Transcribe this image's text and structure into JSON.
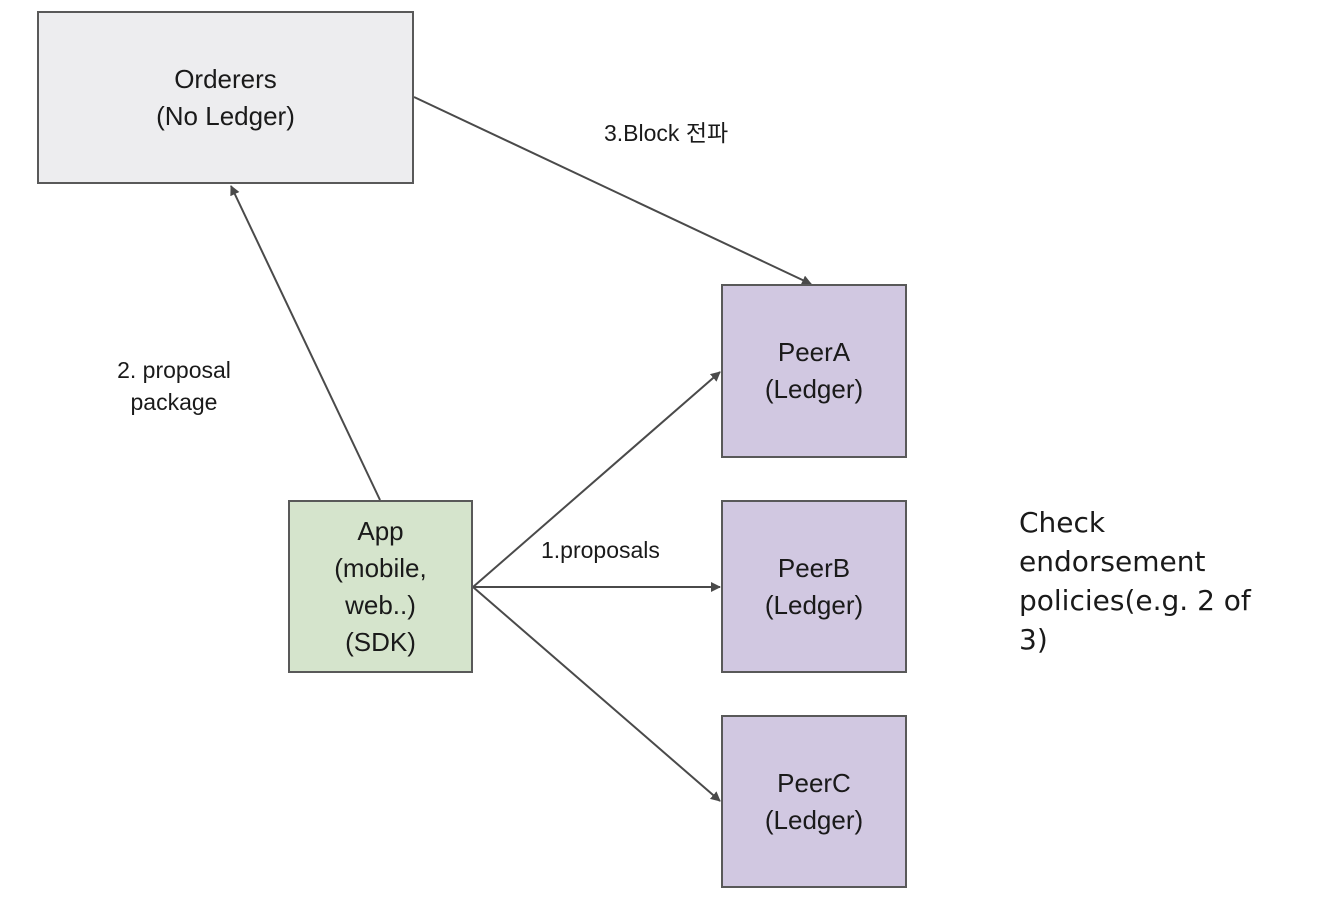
{
  "nodes": {
    "orderers": [
      "Orderers",
      "(No Ledger)"
    ],
    "app": [
      "App",
      "(mobile,",
      "web..)",
      "(SDK)"
    ],
    "peer_a": [
      "PeerA",
      "(Ledger)"
    ],
    "peer_b": [
      "PeerB",
      "(Ledger)"
    ],
    "peer_c": [
      "PeerC",
      "(Ledger)"
    ]
  },
  "edges": {
    "block_label": "3.Block 전파",
    "proposal_package_label": [
      "2. proposal",
      "package"
    ],
    "proposals_label": "1.proposals"
  },
  "note": "Check endorsement policies(e.g. 2 of 3)",
  "colors": {
    "orderers_fill": "#ededef",
    "app_fill": "#d5e4cc",
    "peer_fill": "#d1c8e1",
    "border": "#595959",
    "arrow": "#4a4a4a"
  }
}
